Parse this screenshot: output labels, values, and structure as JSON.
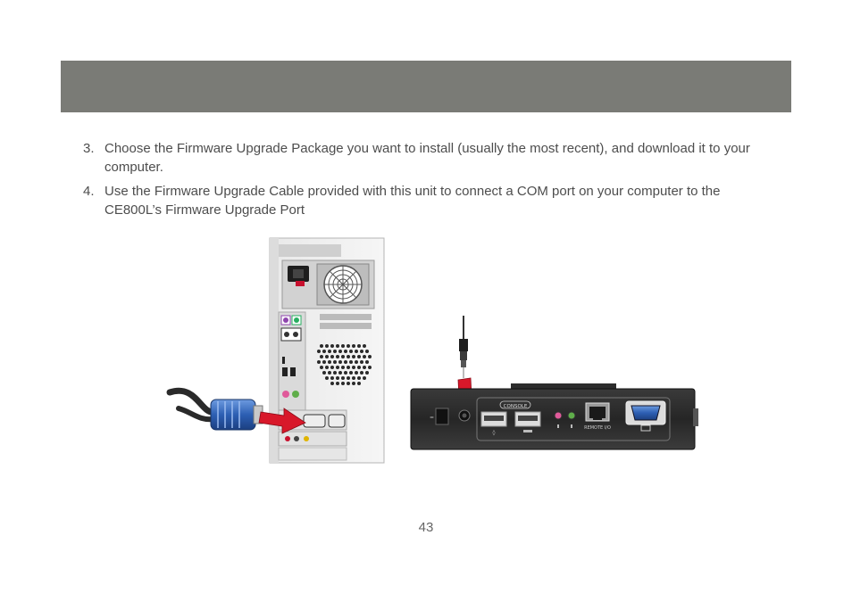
{
  "header": {
    "band_color": "#7a7b76"
  },
  "steps": [
    {
      "number": "3.",
      "text": "Choose the Firmware Upgrade Package you want to install (usually the most recent), and download it to your computer."
    },
    {
      "number": "4.",
      "text": "Use the Firmware Upgrade Cable provided with this unit to connect a COM port on your computer to the CE800L’s Firmware Upgrade Port"
    }
  ],
  "illustration": {
    "device_labels": {
      "console": "CONSOLE",
      "remote": "REMOTE I/O"
    },
    "arrow_color": "#d8182a",
    "vga_connector_color": "#2d5fb3"
  },
  "footer": {
    "page_number": "43"
  }
}
